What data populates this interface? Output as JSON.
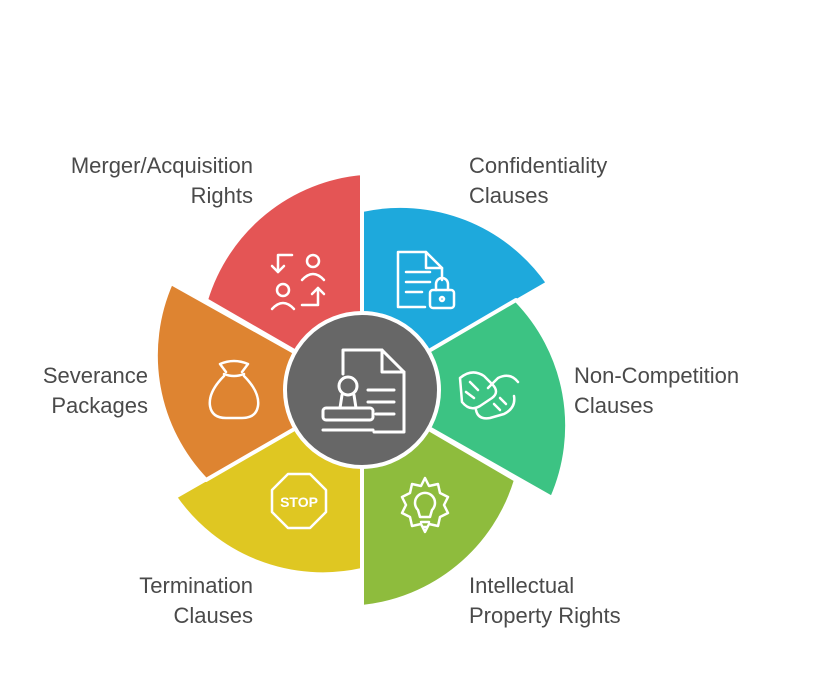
{
  "segments": [
    {
      "id": "confidentiality",
      "line1": "Confidentiality",
      "line2": "Clauses",
      "color": "#1ea9dc",
      "icon": "document-lock-icon"
    },
    {
      "id": "non-competition",
      "line1": "Non-Competition",
      "line2": "Clauses",
      "color": "#3cc383",
      "icon": "handshake-icon"
    },
    {
      "id": "intellectual-property",
      "line1": "Intellectual",
      "line2": "Property Rights",
      "color": "#8ebc3d",
      "icon": "lightbulb-gear-icon"
    },
    {
      "id": "termination",
      "line1": "Termination",
      "line2": "Clauses",
      "color": "#dfc722",
      "icon": "stop-sign-icon"
    },
    {
      "id": "severance",
      "line1": "Severance",
      "line2": "Packages",
      "color": "#de8431",
      "icon": "money-bag-icon"
    },
    {
      "id": "merger-acquisition",
      "line1": "Merger/Acquisition",
      "line2": "Rights",
      "color": "#e45555",
      "icon": "people-exchange-icon"
    }
  ],
  "center": {
    "color": "#676767",
    "icon": "contract-stamp-icon"
  }
}
